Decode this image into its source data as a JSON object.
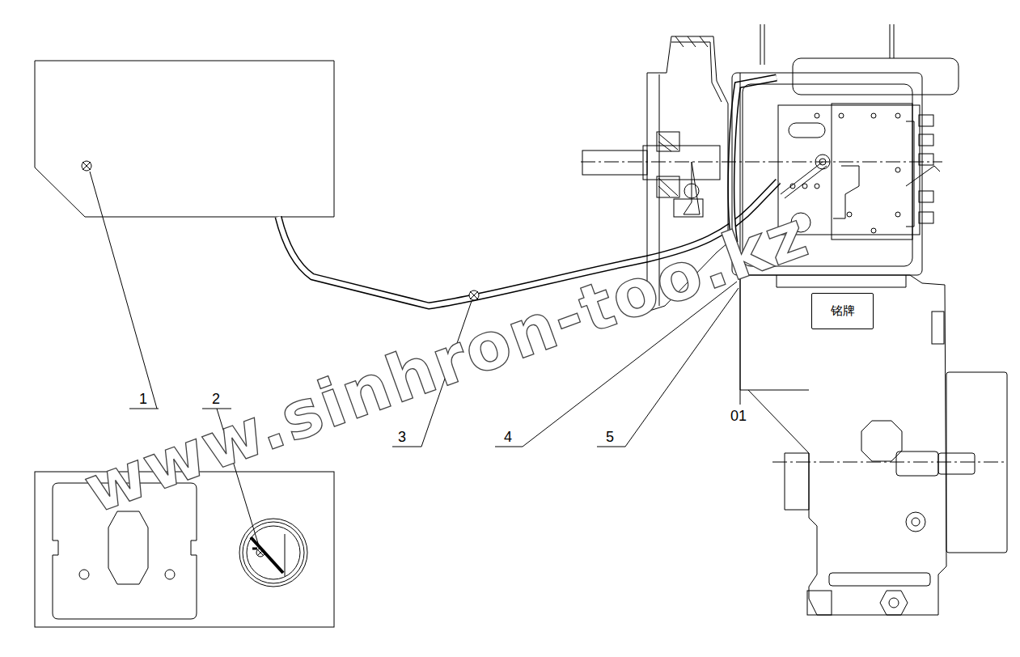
{
  "diagram": {
    "nodes": [
      {
        "text": [
          "铭牌"
        ]
      }
    ],
    "edges": [],
    "labels": [
      "1",
      "2",
      "3",
      "4",
      "5",
      "01",
      "www.sinhron-too.kz"
    ]
  }
}
